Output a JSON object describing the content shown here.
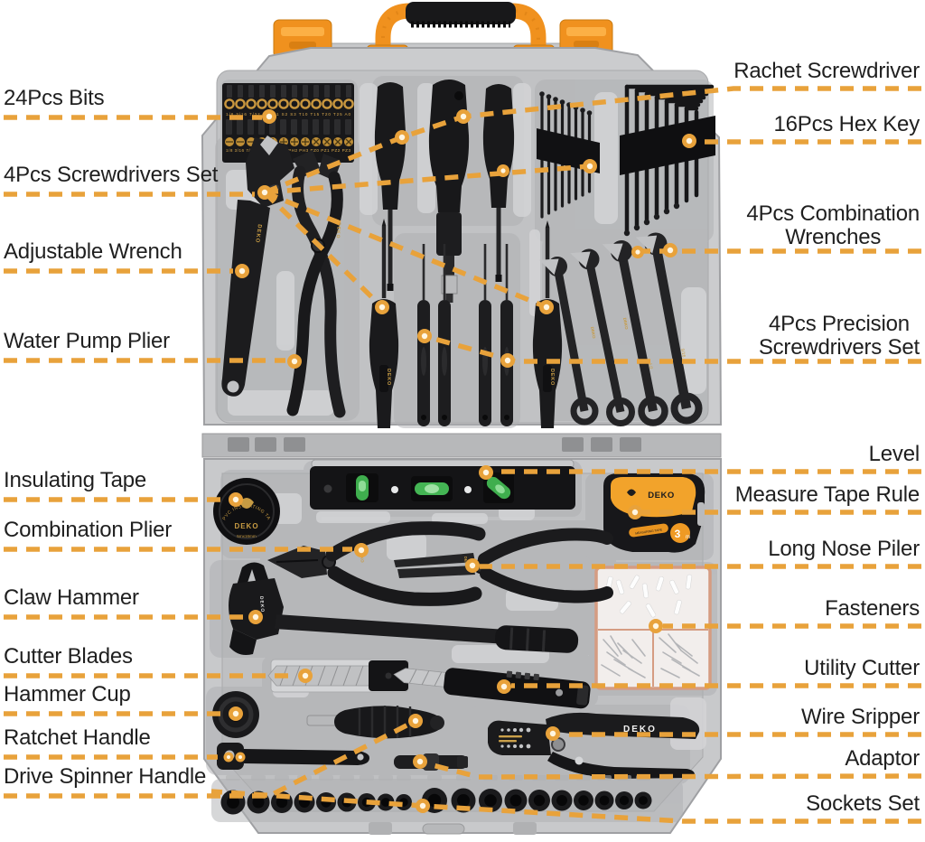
{
  "colors": {
    "leader": "#E8A23B",
    "accent": "#F0911E",
    "brand_gold": "#C79B43",
    "label_text": "#1F1F1F"
  },
  "callouts": {
    "left": [
      {
        "id": "bits",
        "text": "24Pcs Bits"
      },
      {
        "id": "screwdrivers-set",
        "text": "4Pcs Screwdrivers Set"
      },
      {
        "id": "adjustable-wrench",
        "text": "Adjustable Wrench"
      },
      {
        "id": "water-pump-plier",
        "text": "Water Pump Plier"
      },
      {
        "id": "insulating-tape",
        "text": "Insulating Tape"
      },
      {
        "id": "combination-plier",
        "text": "Combination Plier"
      },
      {
        "id": "claw-hammer",
        "text": "Claw Hammer"
      },
      {
        "id": "cutter-blades",
        "text": "Cutter Blades"
      },
      {
        "id": "hammer-cup",
        "text": "Hammer Cup"
      },
      {
        "id": "ratchet-handle",
        "text": "Ratchet Handle"
      },
      {
        "id": "drive-spinner-handle",
        "text": "Drive Spinner Handle"
      }
    ],
    "right": [
      {
        "id": "rachet-screwdriver",
        "text": "Rachet Screwdriver"
      },
      {
        "id": "hex-key",
        "text": "16Pcs Hex Key"
      },
      {
        "id": "combination-wrenches",
        "text": "4Pcs Combination\nWrenches"
      },
      {
        "id": "precision-screwdrivers",
        "text": "4Pcs Precision\nScrewdrivers Set"
      },
      {
        "id": "level",
        "text": "Level"
      },
      {
        "id": "measure-tape-rule",
        "text": "Measure Tape Rule"
      },
      {
        "id": "long-nose-piler",
        "text": "Long Nose Piler"
      },
      {
        "id": "fasteners",
        "text": "Fasteners"
      },
      {
        "id": "utility-cutter",
        "text": "Utility Cutter"
      },
      {
        "id": "wire-sripper",
        "text": "Wire Sripper"
      },
      {
        "id": "adaptor",
        "text": "Adaptor"
      },
      {
        "id": "sockets-set",
        "text": "Sockets Set"
      }
    ]
  },
  "product": {
    "brand": "DEKO",
    "bits_row1": "1/8 3/16 7/32 1/4 S1 S2 S3 T10 T15 T20 T25 A0",
    "bits_row2": "1/8 3/16 7/32 1/4 PH0 PH1 PH2 PH3 PZ0 PZ1 PZ2 PZ3",
    "insulating_tape_ring": "PVC INSULATING TAPE",
    "insulating_tape_size": "5mx16mm",
    "tape_badge": "MEASURING TAPE",
    "tape_capacity_number": "3",
    "tape_capacity_unit": "m",
    "wrench_size_a": "9/16",
    "wrench_size_b": "1/2"
  }
}
